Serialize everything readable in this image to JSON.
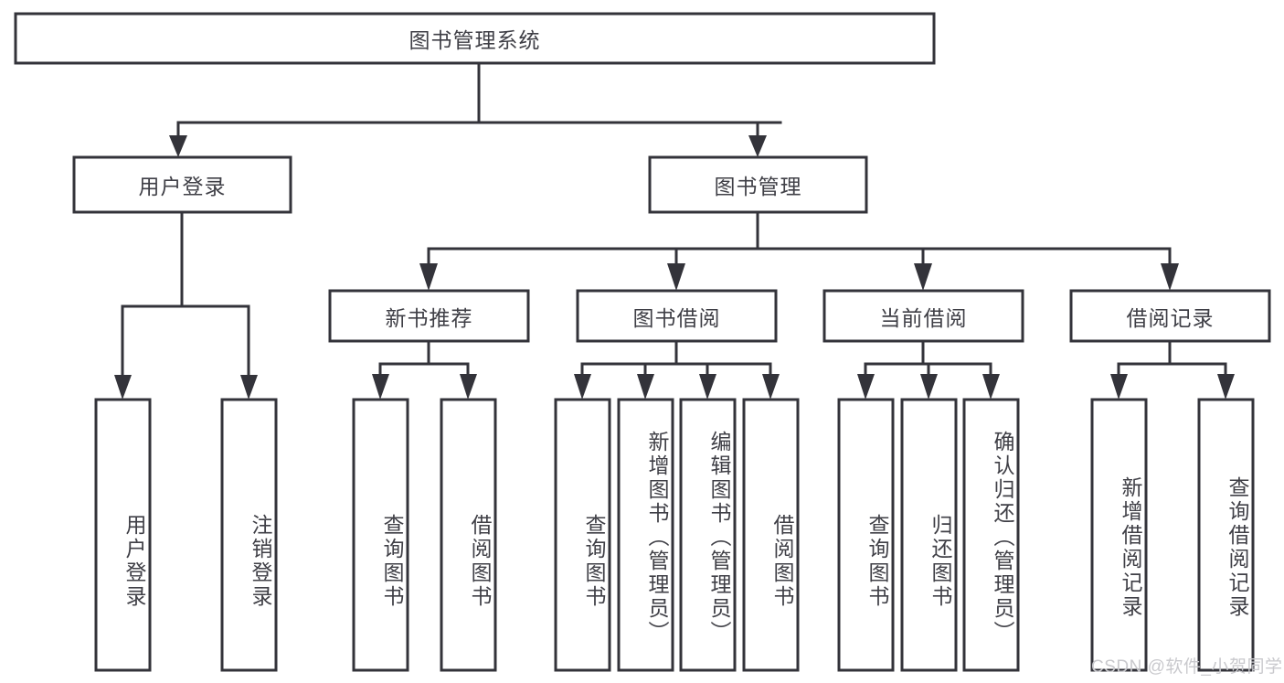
{
  "diagram": {
    "type": "hierarchy-tree",
    "title": "图书管理系统",
    "orientation": "top-down",
    "colors": {
      "box_stroke": "#33333a",
      "box_fill": "#ffffff",
      "text": "#3f3f46",
      "watermark": "#c9c9cd"
    },
    "root": {
      "label": "图书管理系统"
    },
    "level2": [
      {
        "label": "用户登录"
      },
      {
        "label": "图书管理"
      }
    ],
    "level3": [
      {
        "label": "新书推荐"
      },
      {
        "label": "图书借阅"
      },
      {
        "label": "当前借阅"
      },
      {
        "label": "借阅记录"
      }
    ],
    "leaves": {
      "user_login": [
        {
          "label": "用户登录"
        },
        {
          "label": "注销登录"
        }
      ],
      "new_book_recommend": [
        {
          "label": "查询图书"
        },
        {
          "label": "借阅图书"
        }
      ],
      "book_borrow": [
        {
          "label": "查询图书"
        },
        {
          "label": "新增图书（管理员）"
        },
        {
          "label": "编辑图书（管理员）"
        },
        {
          "label": "借阅图书"
        }
      ],
      "current_borrow": [
        {
          "label": "查询图书"
        },
        {
          "label": "归还图书"
        },
        {
          "label": "确认归还（管理员）"
        }
      ],
      "borrow_record": [
        {
          "label": "新增借阅记录"
        },
        {
          "label": "查询借阅记录"
        }
      ]
    }
  },
  "watermark": {
    "text": "CSDN @软件_小贺同学"
  }
}
